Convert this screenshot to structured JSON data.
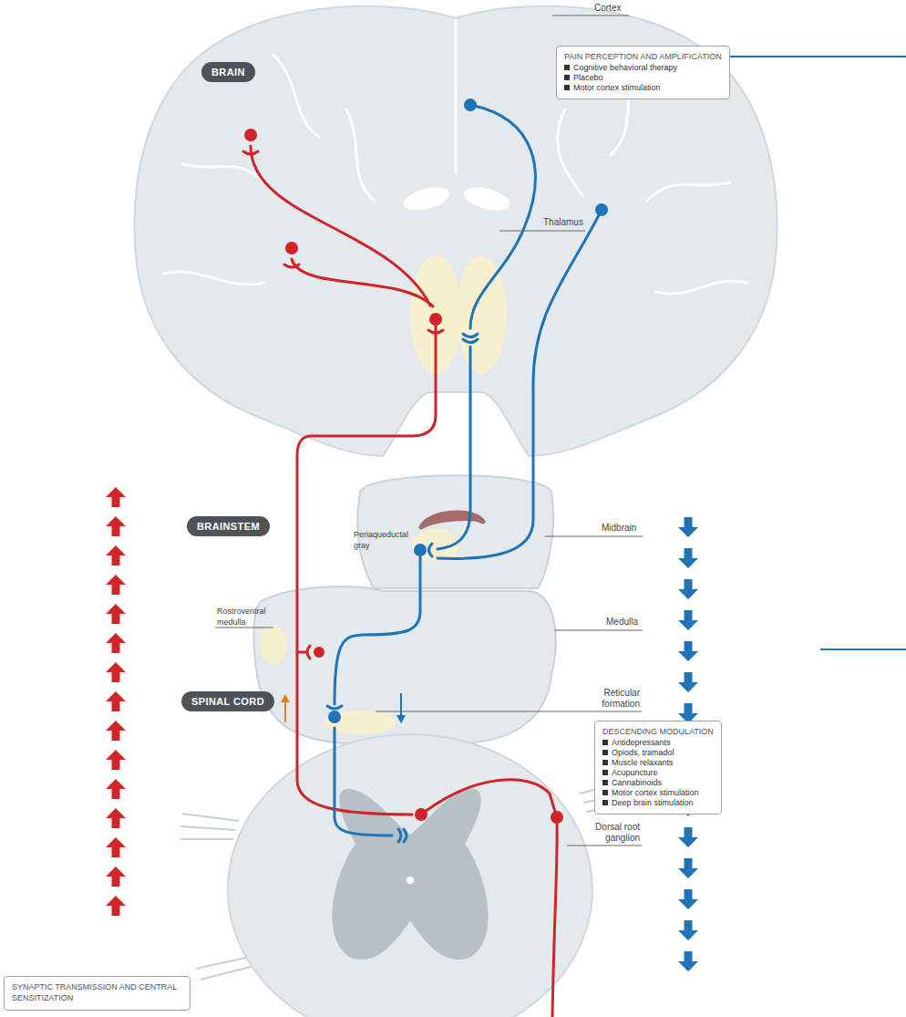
{
  "diagram": {
    "nodes": [
      {
        "text": [
          "BRAIN"
        ]
      },
      {
        "text": [
          "PAIN PERCEPTION AND AMPLIFICATION",
          "Cognitive behavioral therapy",
          "Placebo",
          "Motor cortex stimulation"
        ]
      },
      {
        "text": [
          "BRAINSTEM"
        ]
      },
      {
        "text": [
          "SPINAL CORD"
        ]
      },
      {
        "text": [
          "DESCENDING MODULATION",
          "Antidepressants",
          "Opiods, tramadol",
          "Muscle relaxants",
          "Acupuncture",
          "Cannabinoids",
          "Motor cortex stimulation",
          "Deep brain stimulation"
        ]
      },
      {
        "text": [
          "SYNAPTIC TRANSMISSION AND CENTRAL SENSITIZATION"
        ]
      }
    ],
    "labels": [
      "Cortex",
      "Thalamus",
      "Periaqueductal gray",
      "Midbrain",
      "Rostroventral medulla",
      "Medulla",
      "Reticular formation",
      "Dorsal root ganglion"
    ]
  }
}
